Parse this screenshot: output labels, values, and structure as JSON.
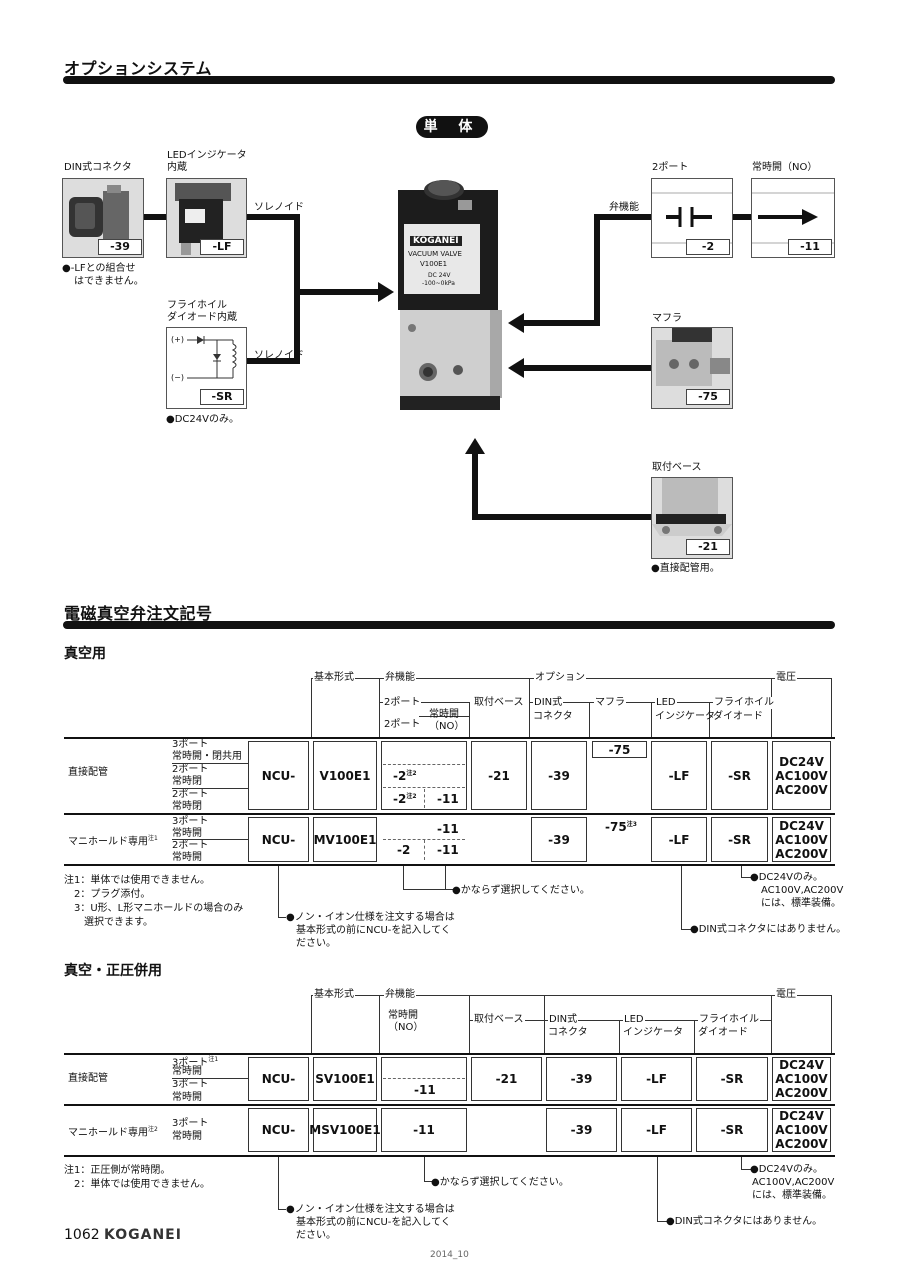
{
  "option_system": {
    "title": "オプションシステム",
    "pill": "単 体",
    "din": {
      "title": "DIN式コネクタ",
      "code": "-39",
      "note1": "●-LFとの組合せ",
      "note2": "はできません。"
    },
    "led": {
      "title1": "LEDインジケータ",
      "title2": "内蔵",
      "code": "-LF"
    },
    "solenoid1": "ソレノイド",
    "solenoid2": "ソレノイド",
    "flywheel": {
      "title1": "フライホイル",
      "title2": "ダイオード内蔵",
      "code": "-SR",
      "plus": "(+)",
      "minus": "(−)",
      "note": "●DC24Vのみ。"
    },
    "valve_fn": "弁機能",
    "port2": {
      "title": "2ポート",
      "code": "-2"
    },
    "no": {
      "title": "常時開（NO）",
      "code": "-11"
    },
    "muffler": {
      "title": "マフラ",
      "code": "-75"
    },
    "base": {
      "title": "取付ベース",
      "code": "-21",
      "note": "●直接配管用。"
    },
    "valve_label": {
      "brand": "KOGANEI",
      "line1": "VACUUM VALVE",
      "line2": "V100E1",
      "line3": "DC 24V",
      "line4": "-100~0kPa"
    }
  },
  "order_code": {
    "title": "電磁真空弁注文記号",
    "vacuum": {
      "title": "真空用",
      "hdr_base": "基本形式",
      "hdr_valve": "弁機能",
      "hdr_option": "オプション",
      "hdr_voltage": "電圧",
      "sub_2port_a": "2ポート",
      "sub_2port_b": "2ポート",
      "sub_no1": "常時開",
      "sub_no2": "（NO）",
      "sub_base": "取付ベース",
      "sub_din1": "DIN式",
      "sub_din2": "コネクタ",
      "sub_muffler": "マフラ",
      "sub_led1": "LED",
      "sub_led2": "インジケータ",
      "sub_fly1": "フライホイル",
      "sub_fly2": "ダイオード",
      "row1_label": "直接配管",
      "row1_sub": [
        "3ポート",
        "常時開・閉共用",
        "2ポート",
        "常時閉",
        "2ポート",
        "常時閉"
      ],
      "row2_label": "マニホールド専用",
      "row2_label_sup": "注1",
      "row2_sub": [
        "3ポート",
        "常時開",
        "2ポート",
        "常時開"
      ],
      "ncu": "NCU-",
      "v100": "V100E1",
      "mv100": "MV100E1",
      "c2a": "-2",
      "c2b": "-2",
      "c2c": "-2",
      "sup2": "注2",
      "c11a": "-11",
      "c11b": "-11",
      "c11c": "-11",
      "c21": "-21",
      "c39a": "-39",
      "c39b": "-39",
      "c75a": "-75",
      "c75b": "-75",
      "sup3": "注3",
      "lfa": "-LF",
      "lfb": "-LF",
      "sra": "-SR",
      "srb": "-SR",
      "volt1": "DC24V\nAC100V\nAC200V",
      "volt2": "DC24V\nAC100V\nAC200V",
      "notes": [
        "注1：単体では使用できません。",
        "　2：プラグ添付。",
        "　3：U形、L形マニホールドの場合のみ",
        "　　選択できます。"
      ],
      "must_select": "●かならず選択してください。",
      "ncu_note": [
        "●ノン・イオン仕様を注文する場合は",
        "基本形式の前にNCU-を記入してく",
        "ださい。"
      ],
      "volt_note": [
        "●DC24Vのみ。",
        "AC100V,AC200V",
        "には、標準装備。"
      ],
      "din_note": "●DIN式コネクタにはありません。"
    },
    "mixed": {
      "title": "真空・正圧併用",
      "hdr_base": "基本形式",
      "hdr_valve": "弁機能",
      "hdr_voltage": "電圧",
      "sub_no1": "常時開",
      "sub_no2": "（NO）",
      "sub_base": "取付ベース",
      "sub_din1": "DIN式",
      "sub_din2": "コネクタ",
      "sub_led1": "LED",
      "sub_led2": "インジケータ",
      "sub_fly1": "フライホイル",
      "sub_fly2": "ダイオード",
      "row1_label": "直接配管",
      "row1_sub": [
        "3ポート",
        "常時開",
        "3ポート",
        "常時開"
      ],
      "row1_sup": "注1",
      "row2_label": "マニホールド専用",
      "row2_label_sup": "注2",
      "row2_sub": [
        "3ポート",
        "常時開"
      ],
      "ncu": "NCU-",
      "sv100": "SV100E1",
      "msv100": "MSV100E1",
      "c11a": "-11",
      "c11b": "-11",
      "c21": "-21",
      "c39a": "-39",
      "c39b": "-39",
      "lfa": "-LF",
      "lfb": "-LF",
      "sra": "-SR",
      "srb": "-SR",
      "volt1": "DC24V\nAC100V\nAC200V",
      "volt2": "DC24V\nAC100V\nAC200V",
      "notes": [
        "注1：正圧側が常時閉。",
        "　2：単体では使用できません。"
      ],
      "must_select": "●かならず選択してください。",
      "ncu_note": [
        "●ノン・イオン仕様を注文する場合は",
        "基本形式の前にNCU-を記入してく",
        "ださい。"
      ],
      "volt_note": [
        "●DC24Vのみ。",
        "AC100V,AC200V",
        "には、標準装備。"
      ],
      "din_note": "●DIN式コネクタにはありません。"
    }
  },
  "footer": {
    "page": "1062",
    "brand": "KOGANEI",
    "date": "2014_10"
  }
}
